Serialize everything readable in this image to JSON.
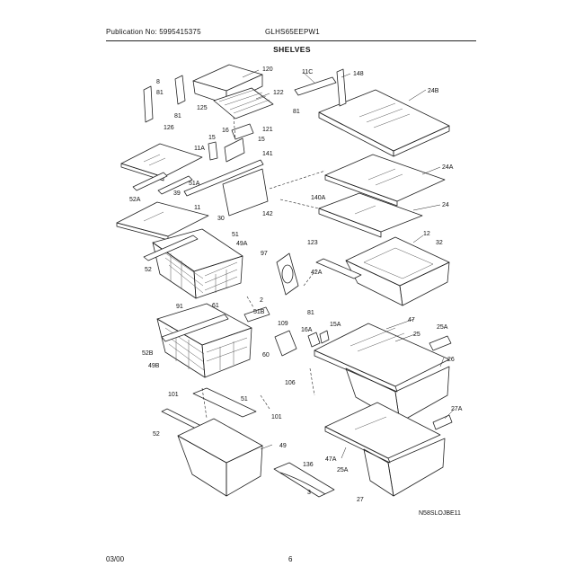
{
  "header": {
    "publication": "Publication No: 5995415375",
    "model": "GLHS65EEPW1",
    "section_title": "SHELVES"
  },
  "footer": {
    "date": "03/00",
    "page": "6"
  },
  "diagram": {
    "code": "N58SLOJBE11",
    "part_numbers": {
      "p8": "8",
      "p81a": "81",
      "p81b": "81",
      "p81c": "81",
      "p81d": "81",
      "p120": "120",
      "p122": "122",
      "p125": "125",
      "p126": "126",
      "p15a": "15",
      "p15b": "15",
      "p16": "16",
      "p141": "141",
      "p121": "121",
      "p11a": "11A",
      "p51a": "51A",
      "p52a": "52A",
      "p39": "39",
      "p142": "142",
      "p11": "11",
      "p30": "30",
      "p51": "51",
      "p49a": "49A",
      "p52": "52",
      "p2": "2",
      "p11c": "11C",
      "p148": "148",
      "p24b": "24B",
      "p24a": "24A",
      "p140a": "140A",
      "p24": "24",
      "p123": "123",
      "p12": "12",
      "p32": "32",
      "p42a": "42A",
      "p97": "97",
      "p91": "91",
      "p61": "61",
      "p51b": "51B",
      "p52b": "52B",
      "p49b": "49B",
      "p60": "60",
      "p109": "109",
      "p16a": "16A",
      "p15a2": "15A",
      "p47": "47",
      "p25": "25",
      "p25a": "25A",
      "p26": "26",
      "p106": "106",
      "p101a": "101",
      "p51c": "51",
      "p101b": "101",
      "p52c": "52",
      "p49": "49",
      "p27a": "27A",
      "p47a": "47A",
      "p25a2": "25A",
      "p27": "27",
      "p136": "136",
      "p3": "3"
    }
  }
}
